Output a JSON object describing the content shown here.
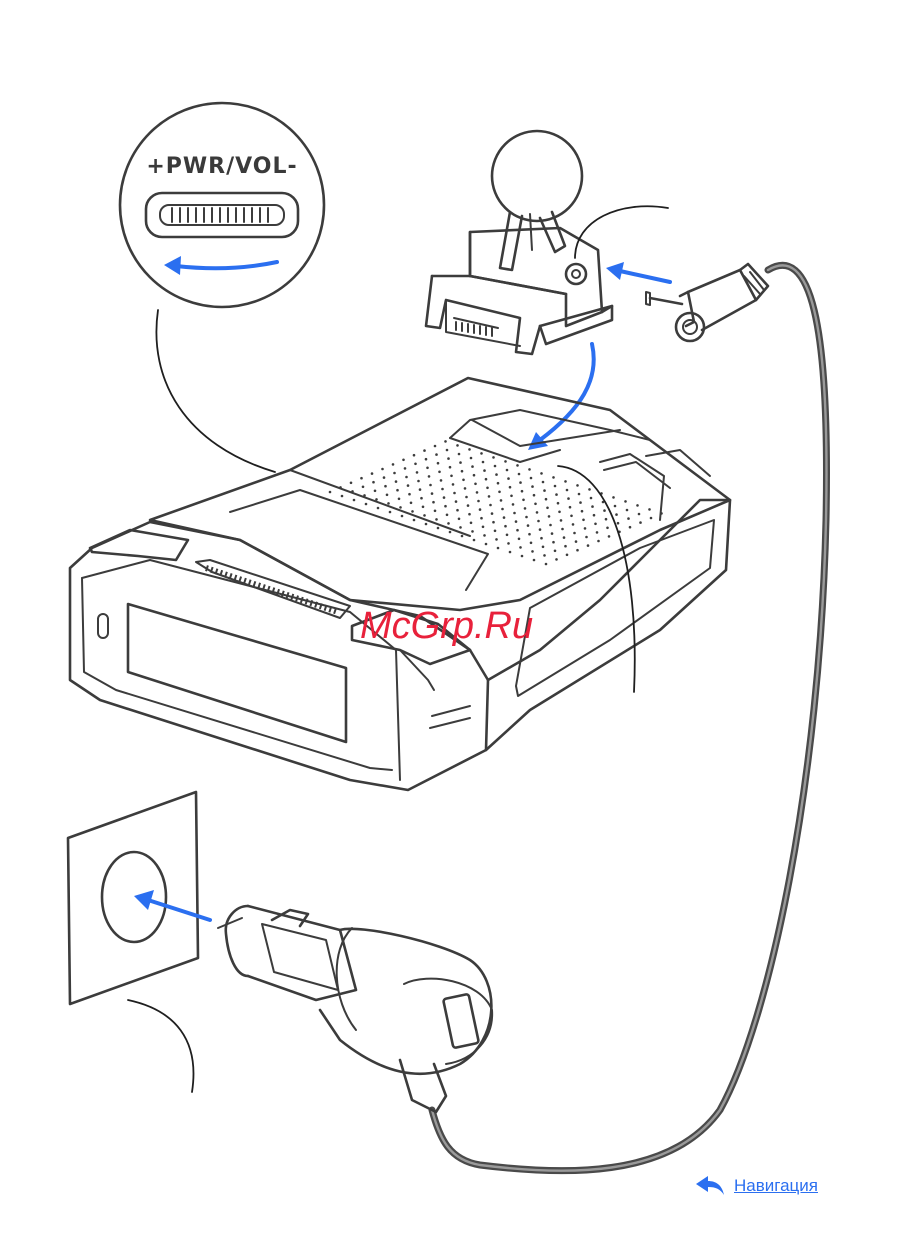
{
  "port_label": "+PWR/VOL-",
  "watermark": "McGrp.Ru",
  "navigation": {
    "label": "Навигация",
    "icon": "back-arrow-icon"
  },
  "colors": {
    "accent": "#2b6ff0",
    "watermark": "#e8213b",
    "line": "#3c3c3c"
  }
}
